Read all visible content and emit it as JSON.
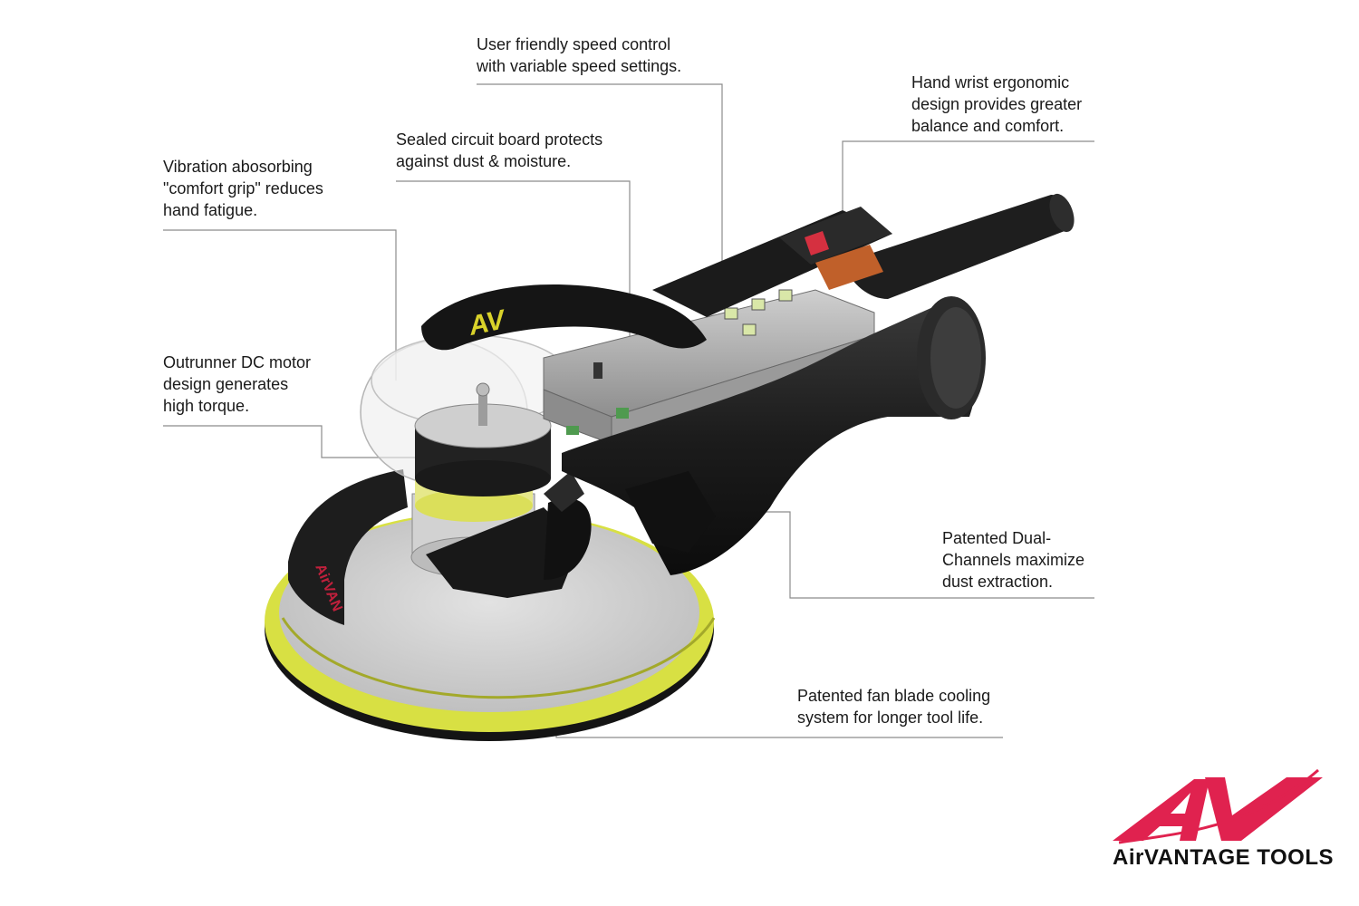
{
  "callouts": {
    "speed_control": [
      "User friendly speed control",
      "with variable speed settings."
    ],
    "wrist_design": [
      "Hand wrist ergonomic",
      "design provides greater",
      "balance and comfort."
    ],
    "circuit_board": [
      "Sealed circuit board protects",
      "against dust & moisture."
    ],
    "comfort_grip": [
      "Vibration abosorbing",
      "\"comfort grip\" reduces",
      "hand fatigue."
    ],
    "motor": [
      "Outrunner DC motor",
      "design generates",
      "high torque."
    ],
    "dual_channels": [
      "Patented Dual-",
      "Channels maximize",
      "dust extraction."
    ],
    "fan_blade": [
      "Patented fan blade cooling",
      "system for longer tool life."
    ]
  },
  "brand": {
    "logo_letters": "AV",
    "name": "AirVANTAGE TOOLS",
    "logo_color": "#e0224f"
  },
  "colors": {
    "pad_yellow": "#d8e043",
    "tool_black": "#1c1c1c",
    "housing_gray": "#a8a8a8",
    "line_gray": "#8c8c8c"
  }
}
